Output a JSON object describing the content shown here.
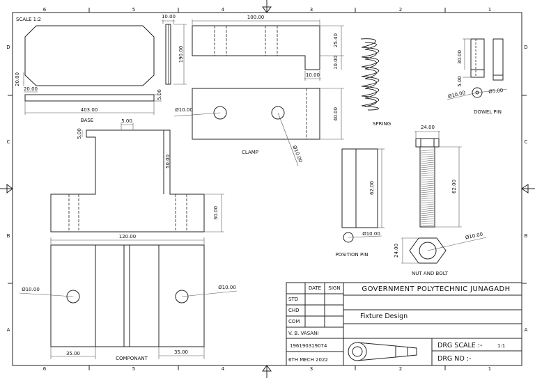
{
  "border": {
    "columns": [
      "6",
      "5",
      "4",
      "3",
      "2",
      "1"
    ],
    "rows": [
      "D",
      "C",
      "B",
      "A"
    ]
  },
  "scale_note": "SCALE 1:2",
  "views": {
    "base": {
      "label": "BASE",
      "dims": {
        "length": "403.00",
        "height": "190.00",
        "top_width": "10.00",
        "thickness": "5.00",
        "step_w": "20.00",
        "step_h": "20.00"
      }
    },
    "clamp": {
      "label": "CLAMP",
      "dims": {
        "length": "100.00",
        "height": "25.40",
        "step": "10.00",
        "step_w": "10.00",
        "width": "40.00",
        "hole_left": "Ø10.00",
        "hole_right": "Ø10.00"
      }
    },
    "spring": {
      "label": "SPRING"
    },
    "dowel_pin": {
      "label": "DOWEL PIN",
      "dims": {
        "length": "30.00",
        "tip": "5.00",
        "dia_large": "Ø10.00",
        "dia_small": "Ø5.00"
      }
    },
    "component": {
      "label": "COMPONANT",
      "dims": {
        "width": "120.00",
        "boss_w": "5.00",
        "boss_h": "5.00",
        "rib_h": "50.00",
        "base_h": "30.00",
        "hole_left": "Ø10.00",
        "hole_right": "Ø10.00",
        "left_w": "35.00",
        "right_w": "35.00"
      }
    },
    "position_pin": {
      "label": "POSITION PIN",
      "dims": {
        "length": "62.00",
        "dia": "Ø10.00"
      }
    },
    "nut_bolt": {
      "label": "NUT AND BOLT",
      "dims": {
        "head_w": "24.00",
        "length": "62.00",
        "nut_h": "24.00",
        "dia": "Ø10.00"
      }
    }
  },
  "title_block": {
    "col_date": "DATE",
    "col_sign": "SIGN",
    "rows": [
      "STD",
      "CHD",
      "COM"
    ],
    "name": "V. B. VASANI",
    "enrollment": "196190319074",
    "class": "6TH MECH 2022",
    "institute": "GOVERNMENT POLYTECHNIC JUNAGADH",
    "drawing_title": "Fixture Design",
    "drg_scale_label": "DRG SCALE :-",
    "drg_scale_value": "1:1",
    "drg_no_label": "DRG NO :-"
  }
}
